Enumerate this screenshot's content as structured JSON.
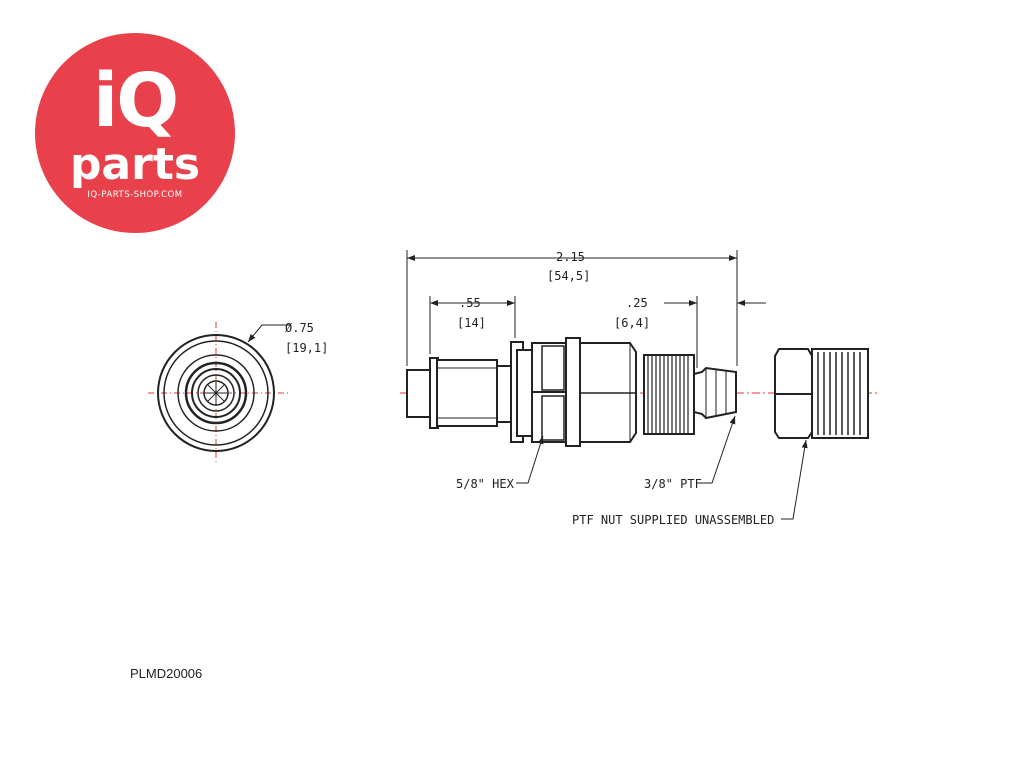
{
  "logo": {
    "brand_main": "iQ",
    "brand_sub": "parts",
    "url": "IQ-PARTS-SHOP.COM",
    "color": "#E8414B",
    "text_color": "#FFFFFF"
  },
  "drawing": {
    "line_color": "#222222",
    "centerline_color": "#E53935",
    "dimensions": {
      "overall": {
        "inch": "2.15",
        "mm": "[54,5]"
      },
      "left_tip": {
        "inch": ".55",
        "mm": "[14]"
      },
      "thread": {
        "inch": ".25",
        "mm": "[6,4]"
      },
      "diameter": {
        "inch": "Ø.75",
        "mm": "[19,1]"
      }
    },
    "callouts": {
      "hex": "5/8\" HEX",
      "thread": "3/8\" PTF",
      "nut": "PTF NUT SUPPLIED UNASSEMBLED"
    }
  },
  "part_number": "PLMD20006"
}
